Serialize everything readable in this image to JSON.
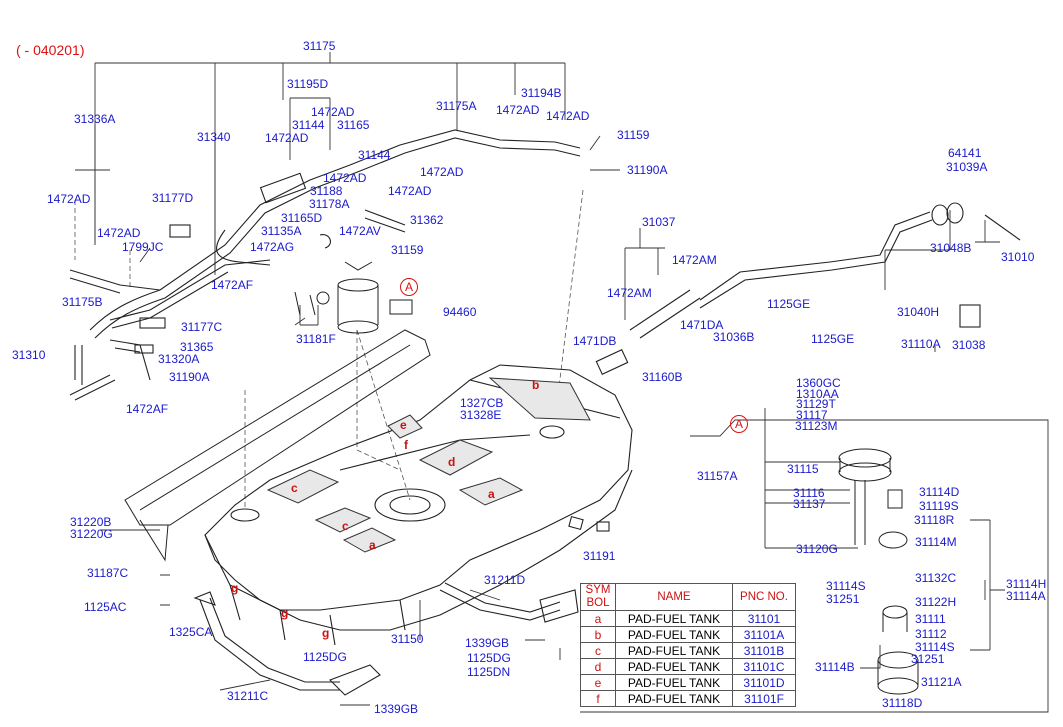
{
  "header": {
    "variant_code": "( - 040201)"
  },
  "callout_marker": "A",
  "parts": {
    "p31175": "31175",
    "p31195D": "31195D",
    "p1472AD_a": "1472AD",
    "p31144_a": "31144",
    "p31165": "31165",
    "p31175A": "31175A",
    "p1472AD_b": "1472AD",
    "p31194B": "31194B",
    "p1472AD_c": "1472AD",
    "p31159_a": "31159",
    "p31190A_a": "31190A",
    "p31336A": "31336A",
    "p31340": "31340",
    "p1472AD_d": "1472AD",
    "p31144_b": "31144",
    "p1472AD_e": "1472AD",
    "p1472AD_f": "1472AD",
    "p31188": "31188",
    "p1472AD_g": "1472AD",
    "p31178A": "31178A",
    "p31135A": "31135A",
    "p31165D": "31165D",
    "p31362": "31362",
    "p1472AD_h": "1472AD",
    "p31177D": "31177D",
    "p1472AD_i": "1472AD",
    "p1799JC": "1799JC",
    "p1472AG": "1472AG",
    "p1472AV": "1472AV",
    "p31159_b": "31159",
    "p1472AF_a": "1472AF",
    "p31175B": "31175B",
    "p31177C": "31177C",
    "p31181F": "31181F",
    "p94460": "94460",
    "p31365": "31365",
    "p31310": "31310",
    "p31320A": "31320A",
    "p31190A_b": "31190A",
    "p1472AF_b": "1472AF",
    "p31037": "31037",
    "p1472AM_a": "1472AM",
    "p1472AM_b": "1472AM",
    "p1471DA": "1471DA",
    "p1125GE_a": "1125GE",
    "p1471DB": "1471DB",
    "p31036B": "31036B",
    "p1125GE_b": "1125GE",
    "p31160B": "31160B",
    "p64141": "64141",
    "p31039A": "31039A",
    "p31048B": "31048B",
    "p31010": "31010",
    "p31040H": "31040H",
    "p31110A": "31110A",
    "p31038": "31038",
    "p1360GC": "1360GC",
    "p1310AA": "1310AA",
    "p31129T": "31129T",
    "p31117": "31117",
    "p31123M": "31123M",
    "p31157A": "31157A",
    "p31115": "31115",
    "p31116": "31116",
    "p31137": "31137",
    "p31114D": "31114D",
    "p31119S": "31119S",
    "p31118R": "31118R",
    "p31114M": "31114M",
    "p31120G": "31120G",
    "p31114S_a": "31114S",
    "p31251_a": "31251",
    "p31132C": "31132C",
    "p31114H": "31114H",
    "p31114A": "31114A",
    "p31122H": "31122H",
    "p31111": "31111",
    "p31112": "31112",
    "p31114S_b": "31114S",
    "p31251_b": "31251",
    "p31114B": "31114B",
    "p31121A": "31121A",
    "p31118D": "31118D",
    "p1327CB": "1327CB",
    "p31328E": "31328E",
    "p31220B": "31220B",
    "p31220G": "31220G",
    "p31187C": "31187C",
    "p1125AC": "1125AC",
    "p1325CA": "1325CA",
    "p31150": "31150",
    "p31211D": "31211D",
    "p31191": "31191",
    "p1339GB_a": "1339GB",
    "p1125DG_a": "1125DG",
    "p1125DN": "1125DN",
    "p1125DG_b": "1125DG",
    "p31211C": "31211C",
    "p1339GB_b": "1339GB"
  },
  "pad_letters": {
    "a1": "a",
    "a2": "a",
    "b": "b",
    "c1": "c",
    "c2": "c",
    "d": "d",
    "e": "e",
    "f": "f",
    "g1": "g",
    "g2": "g",
    "g3": "g"
  },
  "symbol_table": {
    "headers": {
      "sym": "SYM BOL",
      "name": "NAME",
      "pnc": "PNC NO."
    },
    "rows": [
      {
        "sym": "a",
        "name": "PAD-FUEL TANK",
        "pnc": "31101"
      },
      {
        "sym": "b",
        "name": "PAD-FUEL TANK",
        "pnc": "31101A"
      },
      {
        "sym": "c",
        "name": "PAD-FUEL TANK",
        "pnc": "31101B"
      },
      {
        "sym": "d",
        "name": "PAD-FUEL TANK",
        "pnc": "31101C"
      },
      {
        "sym": "e",
        "name": "PAD-FUEL TANK",
        "pnc": "31101D"
      },
      {
        "sym": "f",
        "name": "PAD-FUEL TANK",
        "pnc": "31101F"
      }
    ]
  },
  "colors": {
    "label": "#1a1acc",
    "accent": "#dd1111",
    "line": "#333333"
  }
}
